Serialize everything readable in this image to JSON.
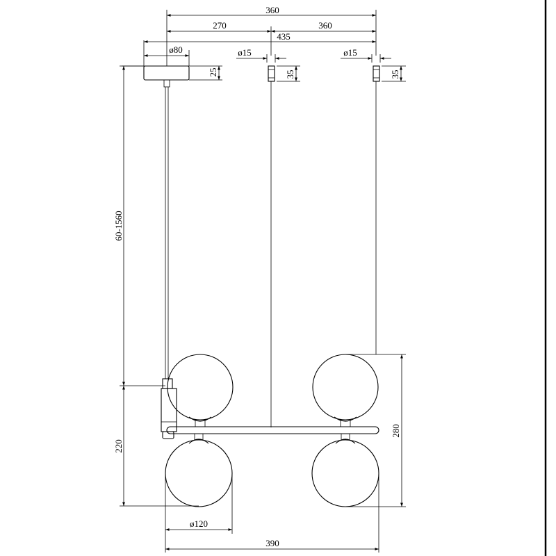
{
  "dimensions": {
    "top_total_width": "360",
    "left_to_center": "270",
    "center_to_right": "360",
    "overall_span": "435",
    "canopy_diameter": "ø80",
    "left_mount_diameter": "ø15",
    "right_mount_diameter": "ø15",
    "canopy_height": "25",
    "left_mount_height": "35",
    "right_mount_height": "35",
    "suspension_range": "60-1560",
    "lower_height": "220",
    "fixture_height": "280",
    "globe_diameter": "ø120",
    "fixture_width": "390"
  },
  "colors": {
    "line": "#000000",
    "background": "#ffffff"
  }
}
